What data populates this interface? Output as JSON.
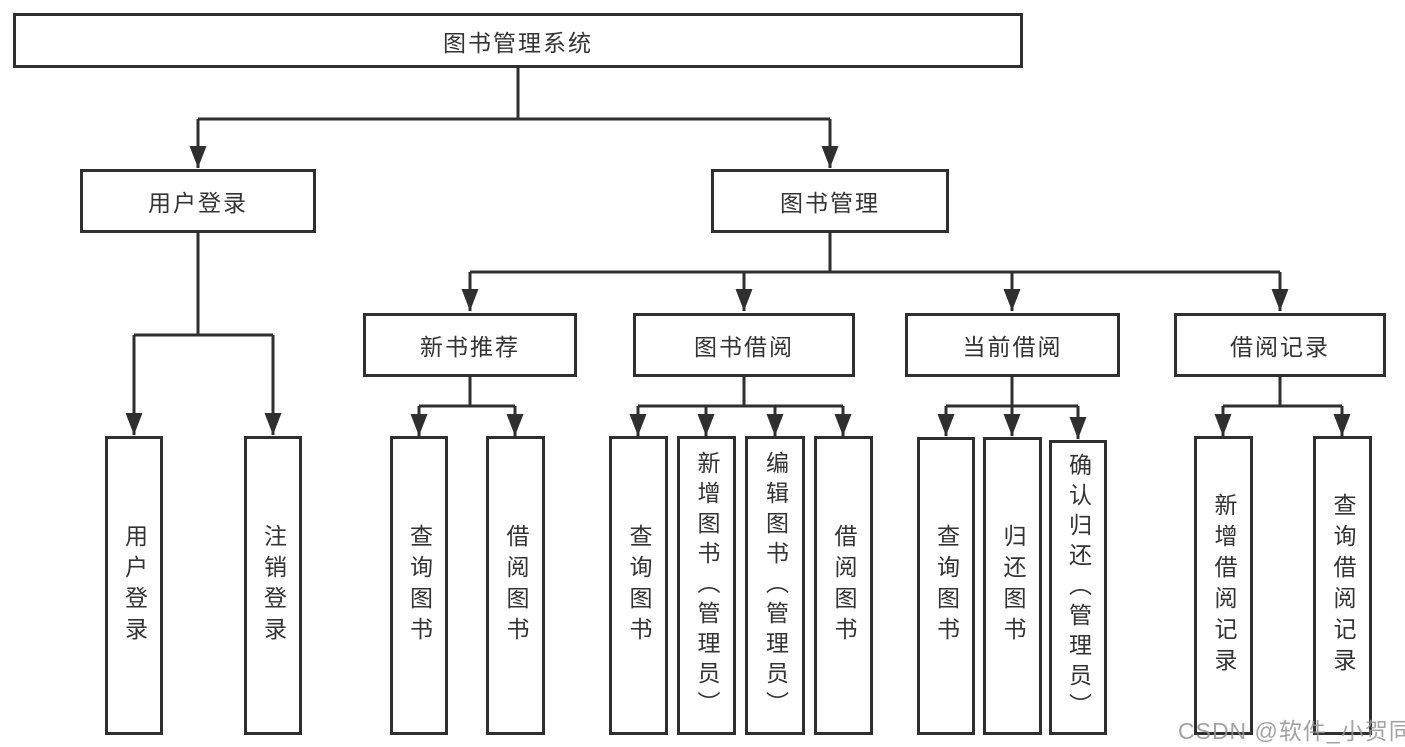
{
  "diagram": {
    "tree": {
      "label": "图书管理系统",
      "children": [
        {
          "label": "用户登录",
          "children": [
            {
              "label": "用户登录"
            },
            {
              "label": "注销登录"
            }
          ]
        },
        {
          "label": "图书管理",
          "children": [
            {
              "label": "新书推荐",
              "children": [
                {
                  "label": "查询图书"
                },
                {
                  "label": "借阅图书"
                }
              ]
            },
            {
              "label": "图书借阅",
              "children": [
                {
                  "label": "查询图书"
                },
                {
                  "label": "新增图书（管理员）"
                },
                {
                  "label": "编辑图书（管理员）"
                },
                {
                  "label": "借阅图书"
                }
              ]
            },
            {
              "label": "当前借阅",
              "children": [
                {
                  "label": "查询图书"
                },
                {
                  "label": "归还图书"
                },
                {
                  "label": "确认归还（管理员）"
                }
              ]
            },
            {
              "label": "借阅记录",
              "children": [
                {
                  "label": "新增借阅记录"
                },
                {
                  "label": "查询借阅记录"
                }
              ]
            }
          ]
        }
      ]
    },
    "watermark": "CSDN @软件_小贺同学",
    "colors": {
      "line": "#2f2f2f",
      "text": "#333333",
      "background": "#ffffff",
      "watermark": "#949494"
    }
  }
}
